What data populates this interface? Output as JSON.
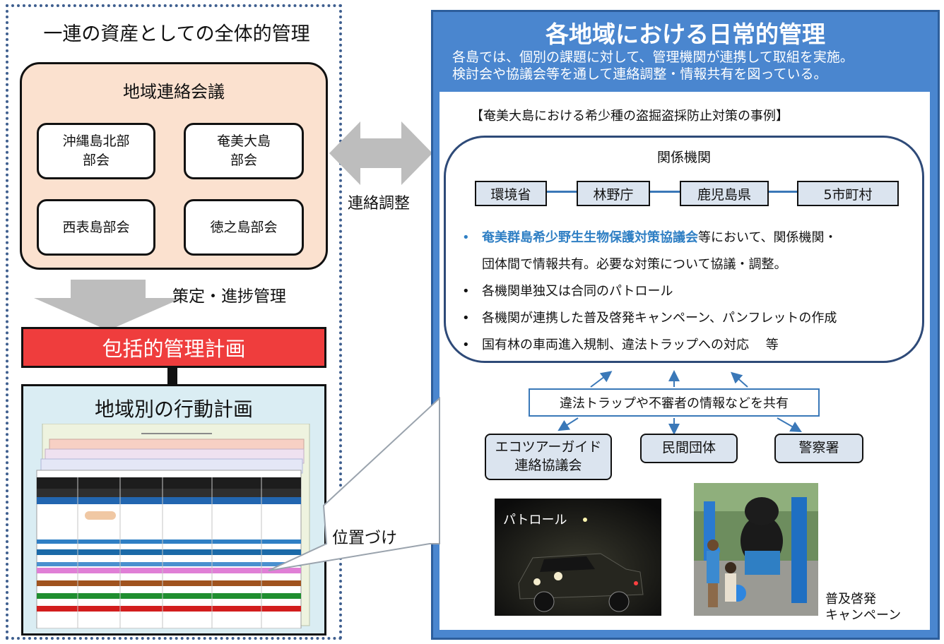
{
  "left": {
    "title": "一連の資産としての全体的管理",
    "council_title": "地域連絡会議",
    "subcouncils": [
      "沖縄島北部\n部会",
      "奄美大島\n部会",
      "西表島部会",
      "徳之島部会"
    ],
    "arrow_label": "策定・進捗管理",
    "plan_label": "包括的管理計画",
    "action_title": "地域別の行動計画"
  },
  "center": {
    "liaison_label": "連絡調整",
    "positioning_label": "位置づけ"
  },
  "right": {
    "title": "各地域における日常的管理",
    "desc_line1": "各島では、個別の課題に対して、管理機関が連携して取組を実施。",
    "desc_line2": "検討会や協議会等を通して連絡調整・情報共有を図っている。",
    "case_title": "【奄美大島における希少種の盗掘盗採防止対策の事例】",
    "org_title": "関係機関",
    "agencies": [
      "環境省",
      "林野庁",
      "鹿児島県",
      "5市町村"
    ],
    "bullet1_highlight": "奄美群島希少野生生物保護対策協議会",
    "bullet1_rest": "等において、関係機関・",
    "bullet1_cont": "団体間で情報共有。必要な対策について協議・調整。",
    "bullets": [
      "各機関単独又は合同のパトロール",
      "各機関が連携した普及啓発キャンペーン、パンフレットの作成",
      "国有林の車両進入規制、違法トラップへの対応　 等"
    ],
    "share_label": "違法トラップや不審者の情報などを共有",
    "stakeholders": [
      "エコツアーガイド\n連絡協議会",
      "民間団体",
      "警察署"
    ],
    "photo_patrol_label": "パトロール",
    "photo_campaign_label": "普及啓発\nキャンペーン"
  },
  "colors": {
    "right_panel": "#4a86cf",
    "plan_bar": "#ef3d3d",
    "council_fill": "#fbe1cf",
    "action_fill": "#daedf3",
    "highlight": "#2f7fc4"
  }
}
